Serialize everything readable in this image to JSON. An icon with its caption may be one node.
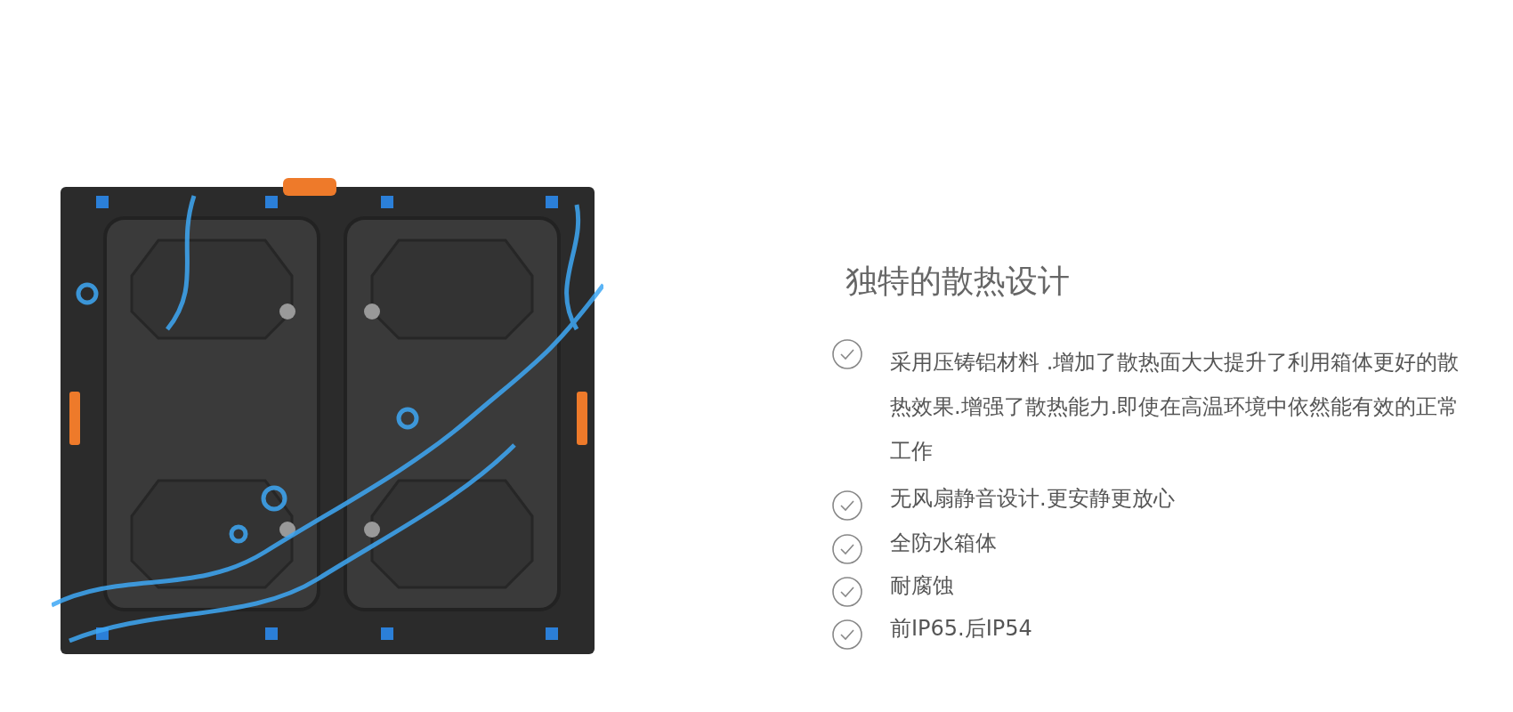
{
  "diagram": {
    "title": "独特的散热设计",
    "labels": [
      "采用压铸铝材料 .增加了散热面大大提升了利用箱体更好的散热效果.增强了散热能力.即使在高温环境中依然能有效的正常工作",
      "无风扇静音设计.更安静更放心",
      "全防水箱体",
      "耐腐蚀",
      "前IP65.后IP54"
    ]
  }
}
